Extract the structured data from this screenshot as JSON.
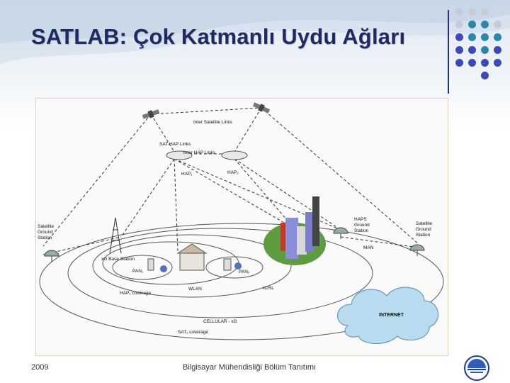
{
  "slide": {
    "title": "SATLAB: Çok Katmanlı Uydu Ağları",
    "footer_date": "2009",
    "footer_center": "Bilgisayar Mühendisliği Bölüm Tanıtımı"
  },
  "figure": {
    "labels": {
      "inter_satellite": "Inter Satellite Links",
      "sat_hap": "SAT-HAP Links",
      "inter_hap": "Inter HAP Links",
      "hap1": "HAP₁",
      "hap2": "HAP₂",
      "sat_gs_left_1": "Satellite",
      "sat_gs_left_2": "Ground",
      "sat_gs_left_3": "Station",
      "haps_gs_1": "HAPS",
      "haps_gs_2": "Ground",
      "haps_gs_3": "Station",
      "sat_gs_right_1": "Satellite",
      "sat_gs_right_2": "Ground",
      "sat_gs_right_3": "Station",
      "xg_base": "xG Base Station",
      "pan1": "PAN₁",
      "pan2": "PAN₂",
      "wlan": "WLAN",
      "xdsl": "xDSL",
      "man": "MAN",
      "hap_coverage": "HAP₁ coverage",
      "cellular": "CELLULAR - xG",
      "sat_coverage": "SAT₁ coverage",
      "internet": "INTERNET"
    }
  },
  "colors": {
    "title": "#1f2a63",
    "dot_blue": "#3d49b5",
    "dot_teal": "#2b86a8",
    "dot_light": "#c8cbd6"
  }
}
